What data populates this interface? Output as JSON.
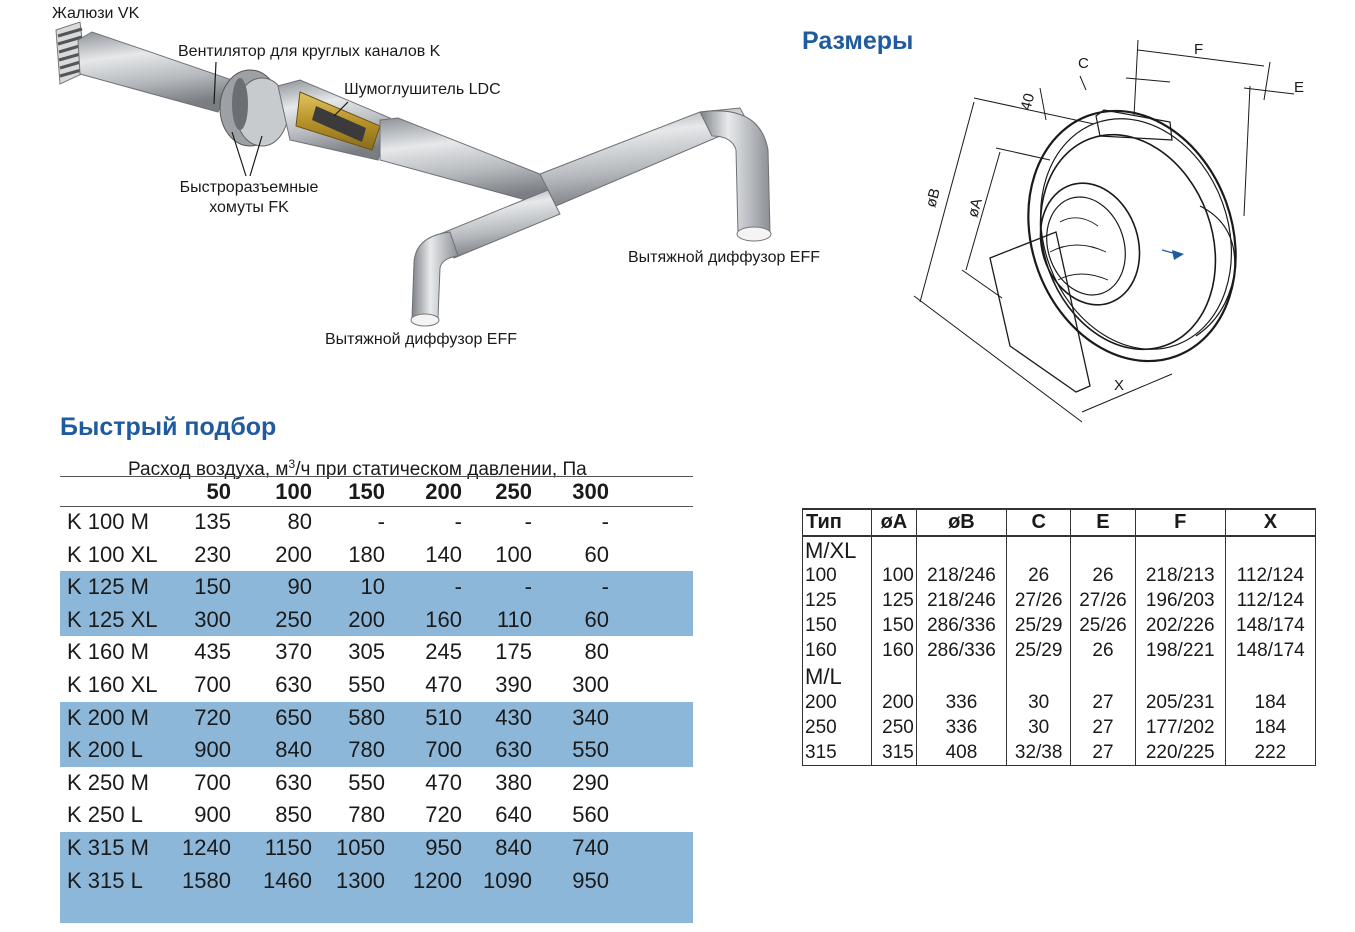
{
  "illustration": {
    "labels": {
      "louver": "Жалюзи VK",
      "fan": "Вентилятор для круглых каналов K",
      "silencer": "Шумоглушитель LDC",
      "clamps_line1": "Быстроразъемные",
      "clamps_line2": "хомуты FK",
      "diffuser_right": "Вытяжной диффузор EFF",
      "diffuser_bottom": "Вытяжной диффузор EFF"
    }
  },
  "dimensions": {
    "title": "Размеры",
    "drawing_labels": {
      "c": "C",
      "f": "F",
      "e": "E",
      "d40": "40",
      "ob": "øB",
      "oa": "øA",
      "x": "X"
    },
    "table": {
      "headers": [
        "Тип",
        "øA",
        "øB",
        "C",
        "E",
        "F",
        "X"
      ],
      "group1": "M/XL",
      "rows1": [
        [
          "100",
          "100",
          "218/246",
          "26",
          "26",
          "218/213",
          "112/124"
        ],
        [
          "125",
          "125",
          "218/246",
          "27/26",
          "27/26",
          "196/203",
          "112/124"
        ],
        [
          "150",
          "150",
          "286/336",
          "25/29",
          "25/26",
          "202/226",
          "148/174"
        ],
        [
          "160",
          "160",
          "286/336",
          "25/29",
          "26",
          "198/221",
          "148/174"
        ]
      ],
      "group2": "M/L",
      "rows2": [
        [
          "200",
          "200",
          "336",
          "30",
          "27",
          "205/231",
          "184"
        ],
        [
          "250",
          "250",
          "336",
          "30",
          "27",
          "177/202",
          "184"
        ],
        [
          "315",
          "315",
          "408",
          "32/38",
          "27",
          "220/225",
          "222"
        ]
      ]
    }
  },
  "quick_selection": {
    "title": "Быстрый подбор",
    "caption_pre": "Расход воздуха, м",
    "caption_sup": "3",
    "caption_post": "/ч при статическом давлении, Па",
    "pressures": [
      "50",
      "100",
      "150",
      "200",
      "250",
      "300"
    ],
    "rows": [
      {
        "name": "K 100 M",
        "values": [
          "135",
          "80",
          "-",
          "-",
          "-",
          "-"
        ]
      },
      {
        "name": "K 100 XL",
        "values": [
          "230",
          "200",
          "180",
          "140",
          "100",
          "60"
        ]
      },
      {
        "name": "K 125 M",
        "values": [
          "150",
          "90",
          "10",
          "-",
          "-",
          "-"
        ]
      },
      {
        "name": "K 125 XL",
        "values": [
          "300",
          "250",
          "200",
          "160",
          "110",
          "60"
        ]
      },
      {
        "name": "K 160 M",
        "values": [
          "435",
          "370",
          "305",
          "245",
          "175",
          "80"
        ]
      },
      {
        "name": "K 160 XL",
        "values": [
          "700",
          "630",
          "550",
          "470",
          "390",
          "300"
        ]
      },
      {
        "name": "K 200 M",
        "values": [
          "720",
          "650",
          "580",
          "510",
          "430",
          "340"
        ]
      },
      {
        "name": "K 200 L",
        "values": [
          "900",
          "840",
          "780",
          "700",
          "630",
          "550"
        ]
      },
      {
        "name": "K 250 M",
        "values": [
          "700",
          "630",
          "550",
          "470",
          "380",
          "290"
        ]
      },
      {
        "name": "K 250 L",
        "values": [
          "900",
          "850",
          "780",
          "720",
          "640",
          "560"
        ]
      },
      {
        "name": "K 315 M",
        "values": [
          "1240",
          "1150",
          "1050",
          "950",
          "840",
          "740"
        ]
      },
      {
        "name": "K 315 L",
        "values": [
          "1580",
          "1460",
          "1300",
          "1200",
          "1090",
          "950"
        ]
      }
    ]
  },
  "colors": {
    "heading_blue": "#1f5b9e",
    "row_shade": "#8db7d8",
    "insulation_yellow": "#c9a73a"
  }
}
